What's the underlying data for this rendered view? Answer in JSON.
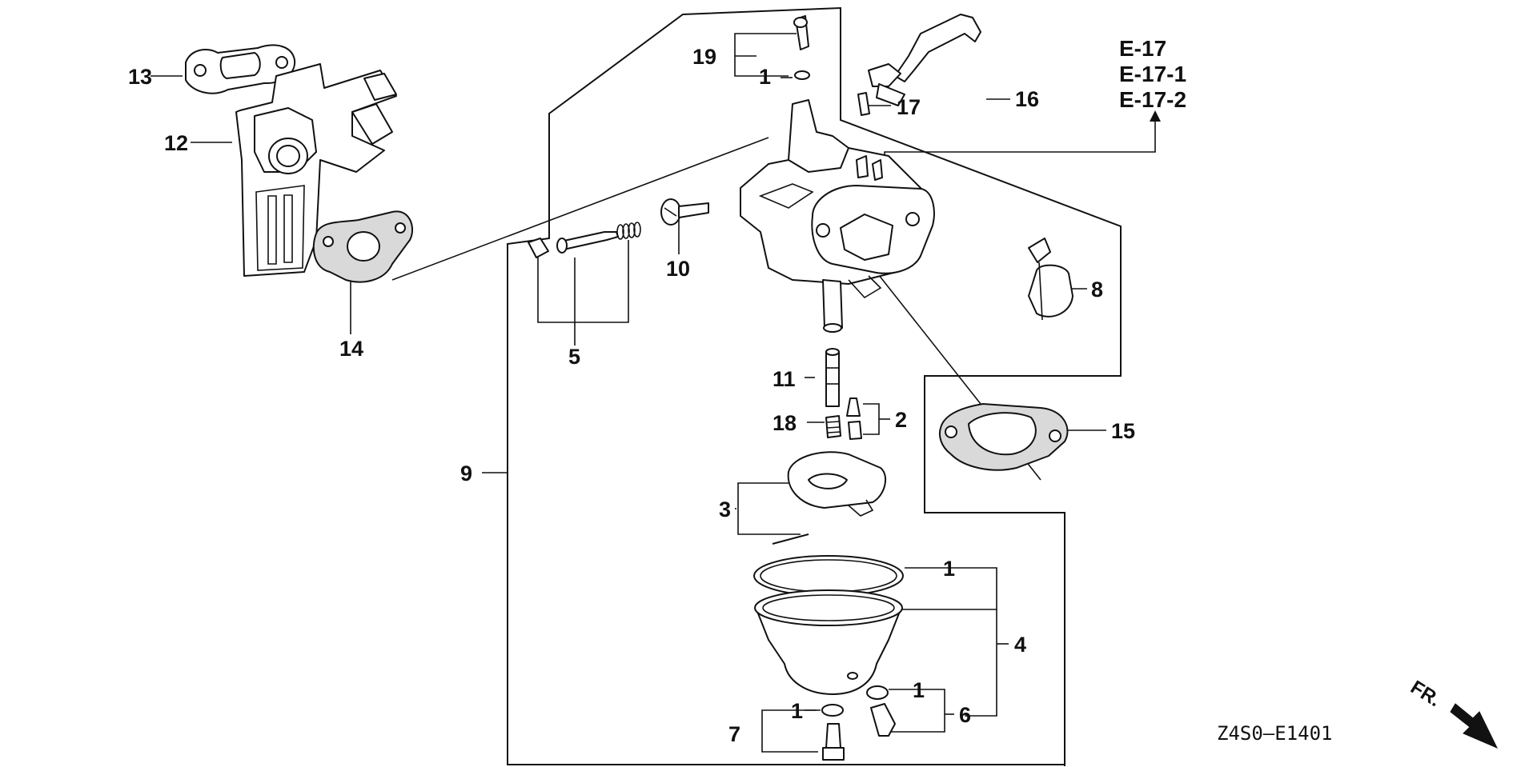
{
  "diagram": {
    "labels": {
      "p1a": "1",
      "p1b": "1",
      "p1c": "1",
      "p1d": "1",
      "p2": "2",
      "p3": "3",
      "p4": "4",
      "p5": "5",
      "p6": "6",
      "p7": "7",
      "p8": "8",
      "p9": "9",
      "p10": "10",
      "p11": "11",
      "p12": "12",
      "p13": "13",
      "p14": "14",
      "p15": "15",
      "p16": "16",
      "p17": "17",
      "p18": "18",
      "p19": "19"
    },
    "references": [
      "E-17",
      "E-17-1",
      "E-17-2"
    ],
    "drawing_code": "Z4S0—E1401",
    "direction_label": "FR."
  }
}
